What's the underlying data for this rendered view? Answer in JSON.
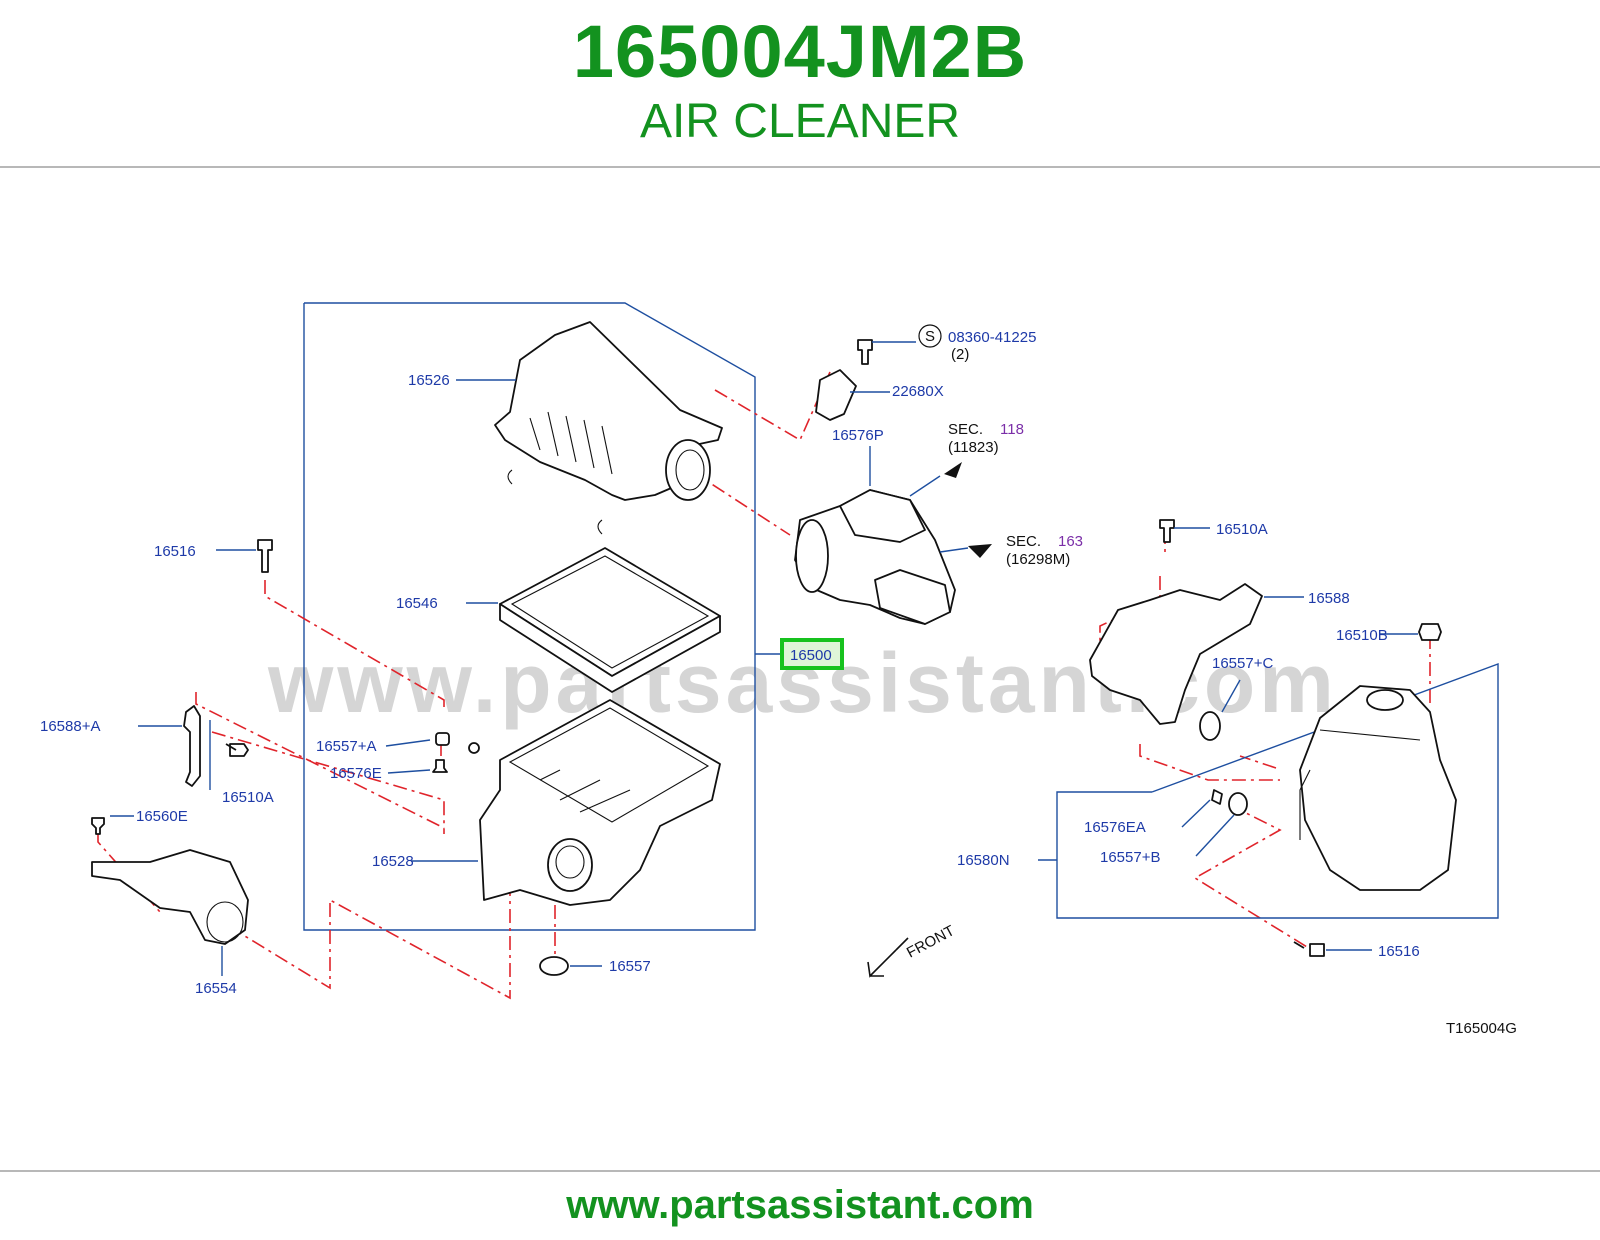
{
  "header": {
    "part_number": "165004JM2B",
    "part_name": "AIR CLEANER"
  },
  "watermark": "www.partsassistant.com",
  "footer": {
    "url": "www.partsassistant.com"
  },
  "diagram": {
    "figure_code": "T165004G",
    "front_label": "FRONT",
    "highlighted_part": "16500",
    "labels": {
      "p16526": "16526",
      "p16546": "16546",
      "p16528": "16528",
      "p16557": "16557",
      "p16557a": "16557+A",
      "p16576e": "16576E",
      "p16516_left": "16516",
      "p16588a": "16588+A",
      "p16510a_left": "16510A",
      "p16560e": "16560E",
      "p16554": "16554",
      "p08360": "08360-41225",
      "p08360_qty": "(2)",
      "screw_symbol": "S",
      "p22680x": "22680X",
      "p16576p": "16576P",
      "sec1_prefix": "SEC.",
      "sec1_num": "118",
      "sec1_ref": "(11823)",
      "sec2_prefix": "SEC.",
      "sec2_num": "163",
      "sec2_ref": "(16298M)",
      "p16510a_right": "16510A",
      "p16588": "16588",
      "p16510b": "16510B",
      "p16557c": "16557+C",
      "p16576ea": "16576EA",
      "p16557b": "16557+B",
      "p16580n": "16580N",
      "p16516_right": "16516"
    }
  },
  "colors": {
    "brand_green": "#13921f",
    "label_blue": "#1e3aa8",
    "sec_purple": "#7b2fa8",
    "leader_red": "#e0242b",
    "highlight_green": "#17c21e"
  }
}
